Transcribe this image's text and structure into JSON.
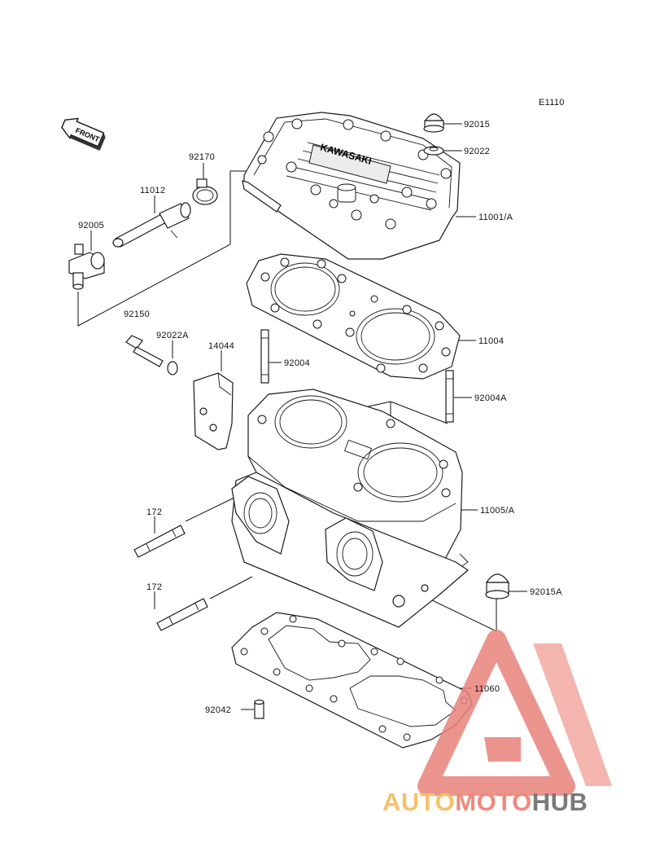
{
  "diagram": {
    "code": "E1110",
    "front_label": "FRONT",
    "head_logo": "KAWASAKI",
    "parts": [
      {
        "id": "92015",
        "label": "92015"
      },
      {
        "id": "92022",
        "label": "92022"
      },
      {
        "id": "11001A",
        "label": "11001/A"
      },
      {
        "id": "92170",
        "label": "92170"
      },
      {
        "id": "11012",
        "label": "11012"
      },
      {
        "id": "92005",
        "label": "92005"
      },
      {
        "id": "92150",
        "label": "92150"
      },
      {
        "id": "11004",
        "label": "11004"
      },
      {
        "id": "92022A",
        "label": "92022A"
      },
      {
        "id": "14044",
        "label": "14044"
      },
      {
        "id": "92004",
        "label": "92004"
      },
      {
        "id": "92004A",
        "label": "92004A"
      },
      {
        "id": "11005A",
        "label": "11005/A"
      },
      {
        "id": "172a",
        "label": "172"
      },
      {
        "id": "172b",
        "label": "172"
      },
      {
        "id": "92015A",
        "label": "92015A"
      },
      {
        "id": "11060",
        "label": "11060"
      },
      {
        "id": "92042",
        "label": "92042"
      }
    ]
  },
  "watermark": {
    "part1": "AUTO",
    "part2": "MOTO",
    "part3": "HUB",
    "colors": {
      "light": "#f5c26b",
      "mid": "#ef8a7c",
      "dark": "#7a7a7a",
      "triangle": "#e8827a"
    }
  }
}
